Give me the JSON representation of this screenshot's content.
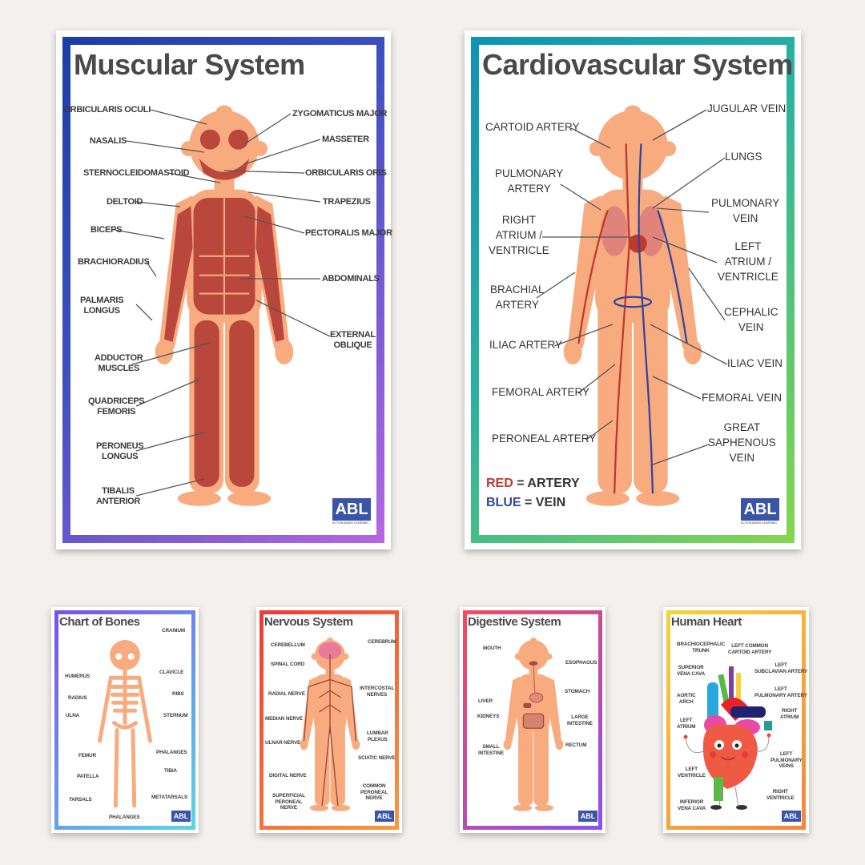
{
  "logo": {
    "text": "ABL",
    "subtitle": "ACTION BASED LEARNING"
  },
  "colors": {
    "skin": "#f7ab7f",
    "muscle": "#b9473b",
    "artery": "#c0392b",
    "vein": "#35469a",
    "logo": "#3a55a8"
  },
  "muscular": {
    "title": "Muscular System",
    "labels": [
      "ORBICULARIS OCULI",
      "NASALIS",
      "STERNOCLEIDOMASTOID",
      "DELTOID",
      "BICEPS",
      "BRACHIORADIUS",
      "PALMARIS\nLONGUS",
      "ADDUCTOR\nMUSCLES",
      "QUADRICEPS\nFEMORIS",
      "PERONEUS\nLONGUS",
      "TIBALIS\nANTERIOR",
      "ZYGOMATICUS MAJOR",
      "MASSETER",
      "ORBICULARIS ORIS",
      "TRAPEZIUS",
      "PECTORALIS MAJOR",
      "ABDOMINALS",
      "EXTERNAL\nOBLIQUE"
    ]
  },
  "cardio": {
    "title": "Cardiovascular System",
    "labels": [
      "CARTOID ARTERY",
      "PULMONARY\nARTERY",
      "RIGHT\nATRIUM /\nVENTRICLE",
      "BRACHIAL\nARTERY",
      "ILIAC ARTERY",
      "FEMORAL ARTERY",
      "PERONEAL ARTERY",
      "JUGULAR VEIN",
      "LUNGS",
      "PULMONARY\nVEIN",
      "LEFT\nATRIUM /\nVENTRICLE",
      "CEPHALIC\nVEIN",
      "ILIAC VEIN",
      "FEMORAL VEIN",
      "GREAT\nSAPHENOUS\nVEIN"
    ],
    "legend": {
      "red_word": "RED",
      "red_rest": " = ARTERY",
      "blue_word": "BLUE",
      "blue_rest": " = VEIN"
    }
  },
  "bones": {
    "title": "Chart of Bones",
    "labels": [
      "CRANIUM",
      "HUMERUS",
      "CLAVICLE",
      "RADIUS",
      "RIBS",
      "ULNA",
      "STERNUM",
      "PHALANGES",
      "FEMUR",
      "PATELLA",
      "TIBIA",
      "TARSALS",
      "METATARSALS",
      "PHALANGES"
    ]
  },
  "nervous": {
    "title": "Nervous System",
    "labels": [
      "CEREBELLUM",
      "CEREBRUM",
      "SPINAL CORD",
      "INTERCOSTAL\nNERVES",
      "RADIAL NERVE",
      "MEDIAN NERVE",
      "LUMBAR\nPLEXUS",
      "ULNAR NERVE",
      "SCIATIC NERVE",
      "DIGITAL NERVE",
      "COMMON\nPERONEAL\nNERVE",
      "SUPERFICIAL\nPERONEAL\nNERVE"
    ]
  },
  "digestive": {
    "title": "Digestive System",
    "labels": [
      "MOUTH",
      "ESOPHAGUS",
      "STOMACH",
      "LIVER",
      "KIDNEYS",
      "LARGE\nINTESTINE",
      "RECTUM",
      "SMALL\nINTESTINE"
    ]
  },
  "heart": {
    "title": "Human Heart",
    "labels": [
      "BRACHIOCEPHALIC\nTRUNK",
      "LEFT COMMON\nCARTOID ARTERY",
      "SUPERIOR\nVENA CAVA",
      "LEFT\nSUBCLAVIAN ARTERY",
      "AORTIC\nARCH",
      "LEFT\nPULMONARY ARTERY",
      "LEFT\nATRIUM",
      "RIGHT\nATRIUM",
      "LEFT\nPULMONARY\nVEINS",
      "LEFT\nVENTRICLE",
      "RIGHT\nVENTRICLE",
      "INFERIOR\nVENA CAVA"
    ]
  }
}
